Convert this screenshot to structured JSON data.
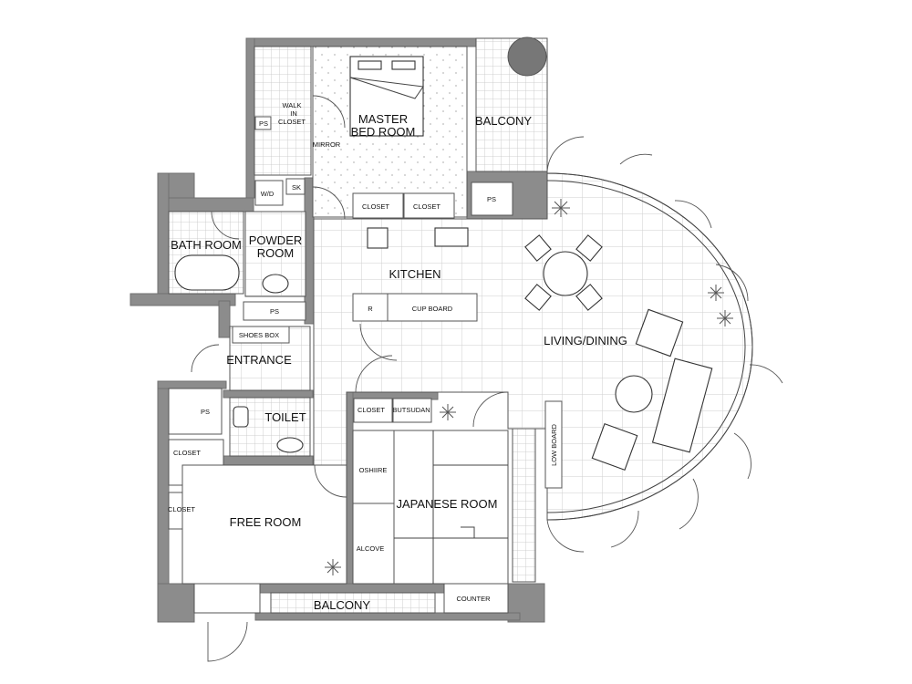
{
  "floor_plan": {
    "rooms": {
      "walk_in_closet": [
        "WALK",
        "IN",
        "CLOSET"
      ],
      "walk_in_closet_ps": "PS",
      "mirror": "MIRROR",
      "master_bed_room": [
        "MASTER",
        "BED ROOM"
      ],
      "balcony_top": "BALCONY",
      "washer_dryer": "W/D",
      "sink": "SK",
      "master_closet_1": "CLOSET",
      "master_closet_2": "CLOSET",
      "ps_kitchen": "PS",
      "bath_room": "BATH ROOM",
      "powder_room": [
        "POWDER",
        "ROOM"
      ],
      "kitchen": "KITCHEN",
      "refrigerator": "R",
      "cup_board": "CUP BOARD",
      "ps_powder": "PS",
      "shoes_box": "SHOES BOX",
      "entrance": "ENTRANCE",
      "living_dining": "LIVING/DINING",
      "ps_left": "PS",
      "toilet": "TOILET",
      "closet_hall": "CLOSET",
      "butsudan": "BUTSUDAN",
      "closet_left_1": "CLOSET",
      "closet_left_2": "CLOSET",
      "oshiire": "OSHIIRE",
      "japanese_room": "JAPANESE ROOM",
      "low_board": "LOW BOARD",
      "free_room": "FREE ROOM",
      "alcove": "ALCOVE",
      "balcony_bottom": "BALCONY",
      "counter": "COUNTER"
    },
    "colors": {
      "wall": "#8c8c8c",
      "line": "#444444"
    }
  }
}
